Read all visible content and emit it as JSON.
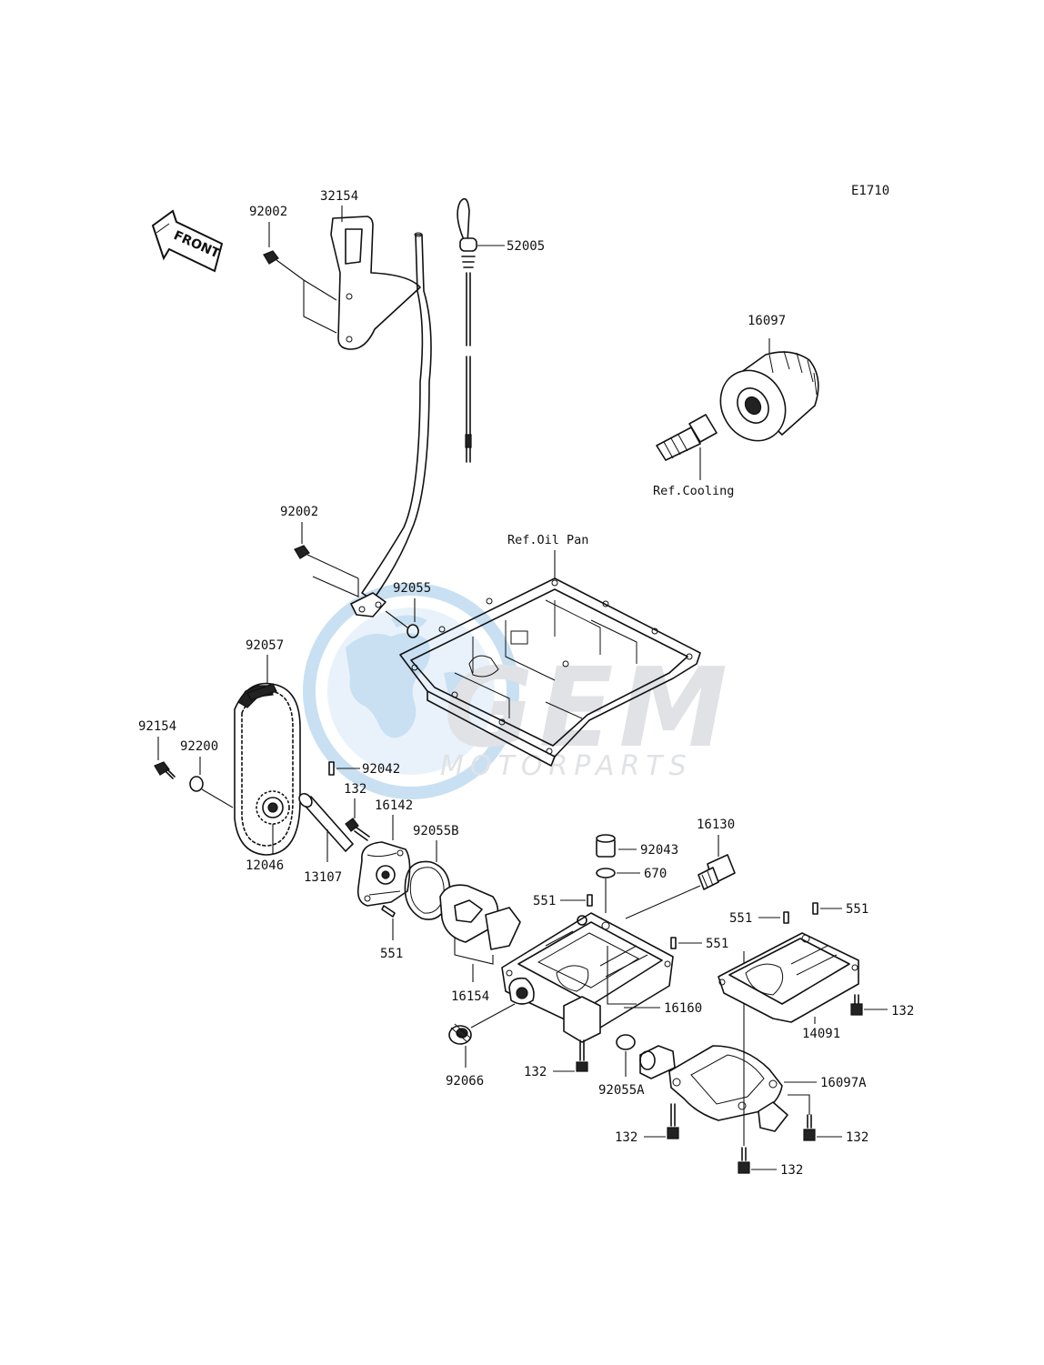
{
  "diagram_code": "E1710",
  "orientation_label": "FRONT",
  "watermark": {
    "brand": "GEM",
    "tagline": "MOTORPARTS"
  },
  "references": {
    "cooling": "Ref.Cooling",
    "oil_pan": "Ref.Oil Pan"
  },
  "part_numbers": {
    "p32154": "32154",
    "p92002_a": "92002",
    "p52005": "52005",
    "p16097": "16097",
    "p92002_b": "92002",
    "p92055": "92055",
    "p92057": "92057",
    "p92154": "92154",
    "p92200": "92200",
    "p92042": "92042",
    "p132_a": "132",
    "p16142": "16142",
    "p12046": "12046",
    "p13107": "13107",
    "p92055B": "92055B",
    "p551_a": "551",
    "p16130": "16130",
    "p92043": "92043",
    "p670": "670",
    "p551_b": "551",
    "p551_c": "551",
    "p551_d": "551",
    "p551_e": "551",
    "p16154": "16154",
    "p16160": "16160",
    "p14091": "14091",
    "p132_b": "132",
    "p92066": "92066",
    "p132_c": "132",
    "p92055A": "92055A",
    "p16097A": "16097A",
    "p132_d": "132",
    "p132_e": "132",
    "p132_f": "132"
  },
  "colors": {
    "ink": "#111111",
    "watermark_blue": "#9cc7e8",
    "watermark_grey": "#c9ccd0"
  }
}
